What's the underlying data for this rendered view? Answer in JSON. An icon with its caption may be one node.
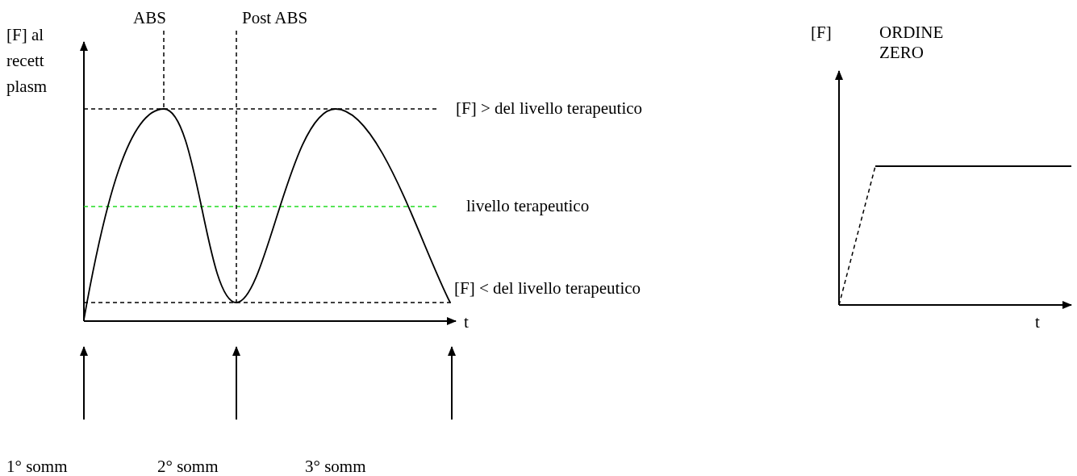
{
  "diagram": {
    "labels": [
      "ABS",
      "Post ABS",
      "[F] al recett plasm",
      "[F]",
      "ORDINE ZERO",
      "[F] > del livello terapeutico",
      "livello terapeutico",
      "[F] < del livello terapeutico",
      "t",
      "t",
      "1° somm",
      "2° somm",
      "3° somm"
    ]
  }
}
